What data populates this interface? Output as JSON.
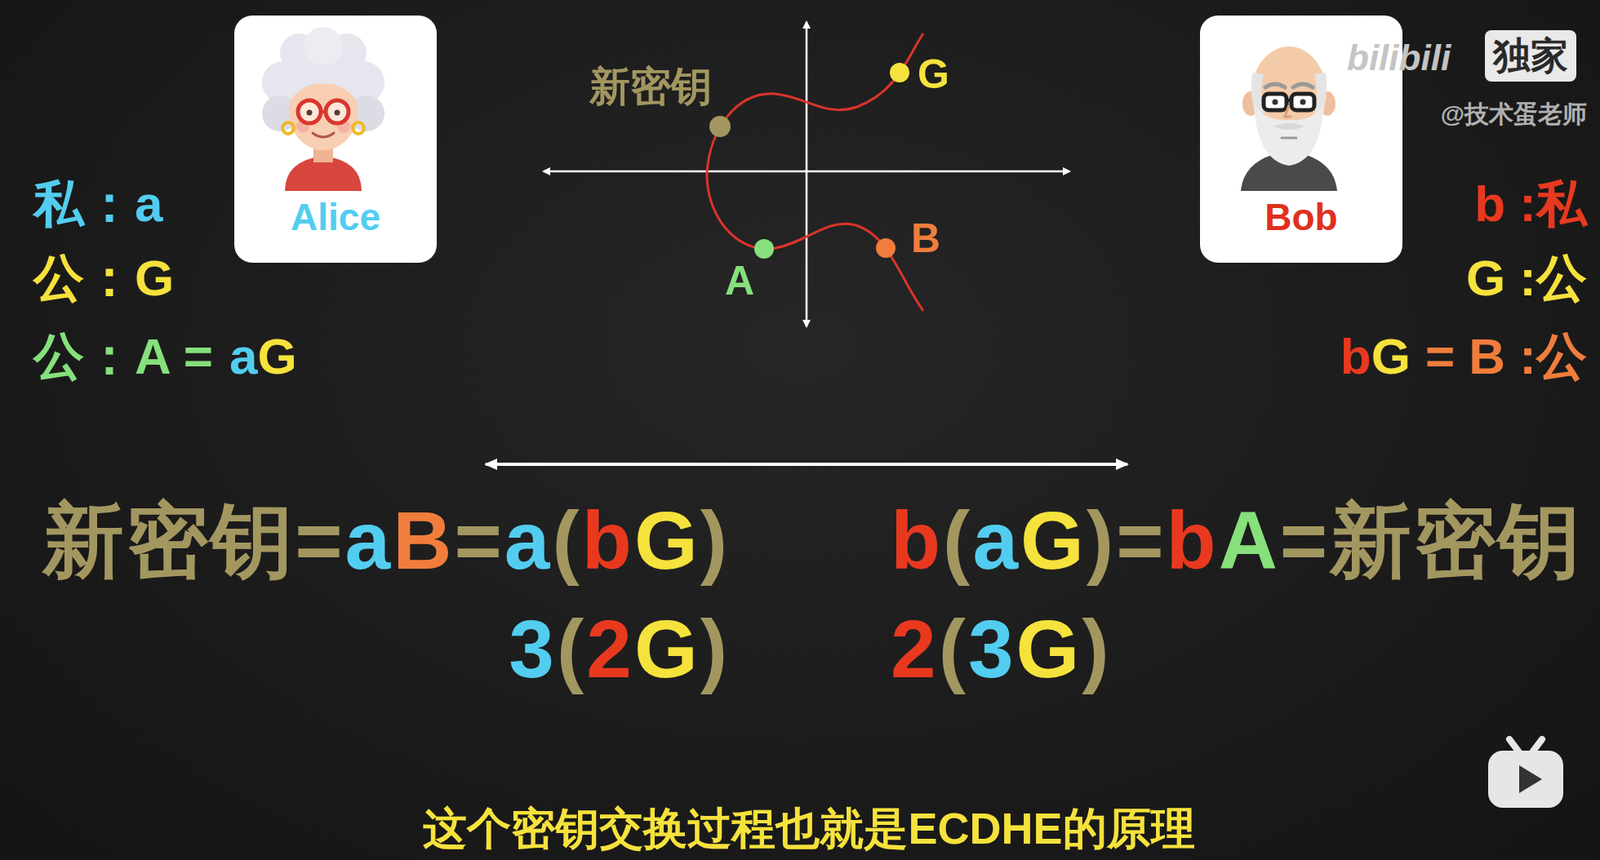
{
  "diagram": {
    "caption": "这个密钥交换过程也就是ECDHE的原理",
    "nodes": [
      {
        "text": [
          "Alice"
        ]
      },
      {
        "text": [
          "Bob"
        ]
      },
      {
        "text": [
          "独家"
        ]
      }
    ],
    "labels": [
      "私：a",
      "公：G",
      "公：A =",
      "a",
      "G",
      "b :私",
      "G :公",
      "b",
      "G",
      "= B :公",
      "新密钥",
      "G",
      "A",
      "B",
      "新密钥=",
      "a",
      "B",
      "=",
      "a",
      "(",
      "b",
      "G",
      ")",
      "b",
      "(",
      "a",
      "G",
      ")",
      "=",
      "b",
      "A",
      "=新密钥",
      "3",
      "(",
      "2",
      "G",
      ")",
      "2",
      "(",
      "3",
      "G",
      ")",
      "bilibili",
      "@技术蛋老师"
    ]
  }
}
